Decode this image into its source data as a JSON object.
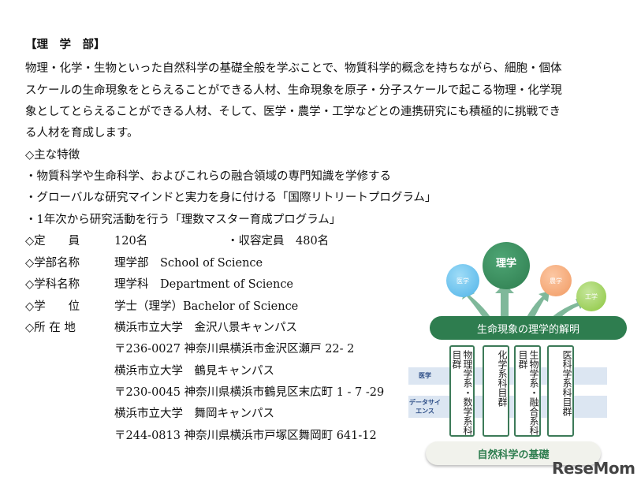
{
  "heading": "【理　学　部】",
  "intro": [
    "物理・化学・生物といった自然科学の基礎全般を学ぶことで、物質科学的概念を持ちながら、細胞・個体",
    "スケールの生命現象をとらえることができる人材、生命現象を原子・分子スケールで起こる物理・化学現",
    "象としてとらえることができる人材、そして、医学・農学・工学などとの連携研究にも積極的に挑戦でき",
    "る人材を育成します。"
  ],
  "features_title": "◇主な特徴",
  "features": [
    "・物質科学や生命科学、およびこれらの融合領域の専門知識を学修する",
    "・グローバルな研究マインドと実力を身に付ける「国際リトリートプログラム」",
    "・1年次から研究活動を行う「理数マスター育成プログラム」"
  ],
  "info": {
    "capacity_label": "◇定　　員",
    "capacity": "120名",
    "total_label": "・収容定員　480名",
    "faculty_label": "◇学部名称",
    "faculty": "理学部　School of Science",
    "dept_label": "◇学科名称",
    "dept": "理学科　Department of Science",
    "degree_label": "◇学　　位",
    "degree": "学士（理学）Bachelor of Science",
    "location_label": "◇所 在 地",
    "locations": [
      "横浜市立大学　金沢八景キャンパス",
      "〒236-0027 神奈川県横浜市金沢区瀬戸 22- 2",
      "横浜市立大学　鶴見キャンパス",
      "〒230-0045 神奈川県横浜市鶴見区末広町 1 - 7 -29",
      "横浜市立大学　舞岡キャンパス",
      "〒244-0813 神奈川県横浜市戸塚区舞岡町 641-12"
    ]
  },
  "diagram": {
    "circles": [
      {
        "label": "医学",
        "color": "#4fb3e8"
      },
      {
        "label": "理学",
        "color": "#2e7d4f"
      },
      {
        "label": "農学",
        "color": "#f19a62"
      },
      {
        "label": "工学",
        "color": "#8cc63f"
      }
    ],
    "banner": "生命現象の理学的解明",
    "columns": [
      "物理学系・数学系科目群",
      "化学系科目群",
      "生物学系・融合系科目群",
      "医科学系科目群"
    ],
    "bands": [
      "医学",
      "データサイエンス"
    ],
    "base": "自然科学の基礎"
  },
  "logo": "ReseMom"
}
